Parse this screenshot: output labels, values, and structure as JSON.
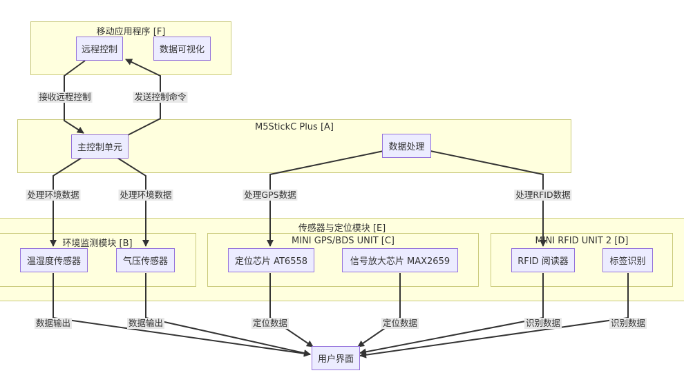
{
  "groups": {
    "mobile_app": "移动应用程序 [F]",
    "m5stick": "M5StickC Plus [A]",
    "sensor_positioning": "传感器与定位模块 [E]",
    "env_monitor": "环境监测模块 [B]",
    "gps_unit": "MINI GPS/BDS UNIT [C]",
    "rfid_unit": "MINI RFID UNIT 2 [D]"
  },
  "nodes": {
    "remote_control": "远程控制",
    "data_visualization": "数据可视化",
    "main_control": "主控制单元",
    "data_processing": "数据处理",
    "temp_humidity_sensor": "温湿度传感器",
    "pressure_sensor": "气压传感器",
    "positioning_chip": "定位芯片 AT6558",
    "amplifier_chip": "信号放大芯片 MAX2659",
    "rfid_reader": "RFID 阅读器",
    "tag_recognition": "标签识别",
    "user_interface": "用户界面"
  },
  "edge_labels": {
    "receive_remote": "接收远程控制",
    "send_command": "发送控制命令",
    "process_env_1": "处理环境数据",
    "process_env_2": "处理环境数据",
    "process_gps": "处理GPS数据",
    "process_rfid": "处理RFID数据",
    "data_output_1": "数据输出",
    "data_output_2": "数据输出",
    "position_data_1": "定位数据",
    "position_data_2": "定位数据",
    "recognition_data_1": "识别数据",
    "recognition_data_2": "识别数据"
  }
}
